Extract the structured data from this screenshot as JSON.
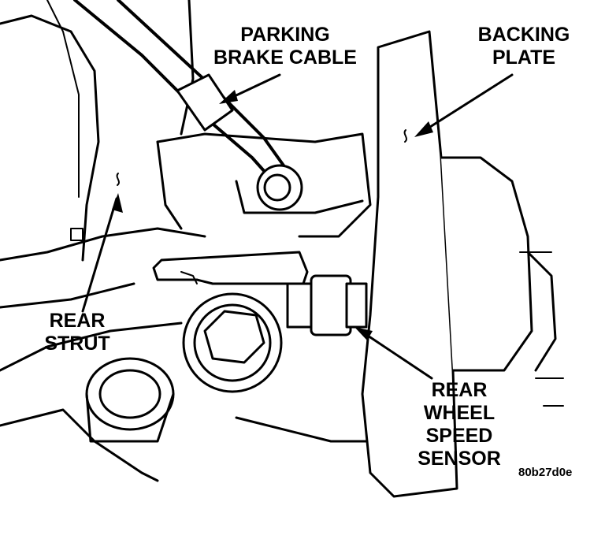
{
  "labels": {
    "parking_brake_cable": [
      "PARKING",
      "BRAKE CABLE"
    ],
    "backing_plate": [
      "BACKING",
      "PLATE"
    ],
    "rear_strut": [
      "REAR",
      "STRUT"
    ],
    "rear_wheel_speed_sensor": [
      "REAR",
      "WHEEL",
      "SPEED",
      "SENSOR"
    ]
  },
  "figure_code": "80b27d0e",
  "colors": {
    "ink": "#000000",
    "paper": "#ffffff"
  }
}
